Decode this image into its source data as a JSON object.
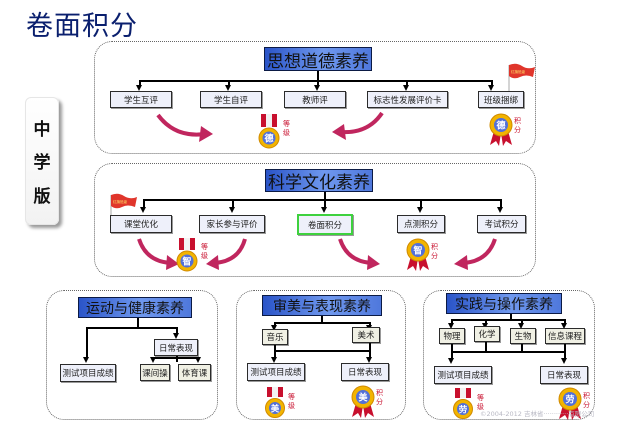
{
  "page": {
    "title": "卷面积分"
  },
  "side_tab": {
    "chars": [
      "中",
      "学",
      "版"
    ]
  },
  "sections": {
    "moral": {
      "header": "思想道德素养",
      "nodes": [
        "学生互评",
        "学生自评",
        "教师评",
        "标志性发展评价卡",
        "班级捆绑"
      ],
      "medal_grade": {
        "char": "德",
        "label": [
          "等",
          "级"
        ]
      },
      "medal_points": {
        "char": "德",
        "label": [
          "积",
          "分"
        ]
      },
      "flag_text": "红旗班级"
    },
    "science": {
      "header": "科学文化素养",
      "nodes": [
        "课堂优化",
        "家长参与评价",
        "卷面积分",
        "点测积分",
        "考试积分"
      ],
      "highlighted_node": "卷面积分",
      "medal_grade": {
        "char": "智",
        "label": [
          "等",
          "级"
        ]
      },
      "medal_points": {
        "char": "智",
        "label": [
          "积",
          "分"
        ]
      },
      "flag_text": "红旗班级"
    },
    "sports": {
      "header": "运动与健康素养",
      "nodes": {
        "test": "测试项目成绩",
        "daily": "日常表现",
        "sub": [
          "课间操",
          "体育课"
        ]
      }
    },
    "aesthetic": {
      "header": "审美与表现素养",
      "nodes": {
        "top": [
          "音乐",
          "美术"
        ],
        "bottom": [
          "测试项目成绩",
          "日常表现"
        ]
      },
      "medal_grade": {
        "char": "美",
        "label": [
          "等",
          "级"
        ]
      },
      "medal_points": {
        "char": "美",
        "label": [
          "积",
          "分"
        ]
      }
    },
    "practice": {
      "header": "实践与操作素养",
      "nodes": {
        "top": [
          "物理",
          "化学",
          "生物",
          "信息课程"
        ],
        "bottom": [
          "测试项目成绩",
          "日常表现"
        ]
      },
      "medal_grade": {
        "char": "劳",
        "label": [
          "等",
          "级"
        ]
      },
      "medal_points": {
        "char": "劳",
        "label": [
          "积",
          "分"
        ]
      }
    }
  },
  "footer": {
    "copyright": "©2004-2012 吉林省············有限公司"
  },
  "colors": {
    "title": "#0a1f6e",
    "header_blue": "#4f78dc",
    "highlight": "#3ed13e",
    "arrow_curve": "#c0265e",
    "medal_red": "#c8102e",
    "medal_gold": "#f2b400"
  }
}
